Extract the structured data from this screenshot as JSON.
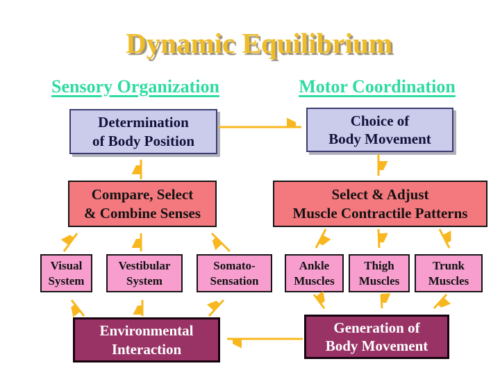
{
  "slide": {
    "title": "Dynamic Equilibrium",
    "headings": [
      {
        "id": "sensory",
        "label": "Sensory Organization"
      },
      {
        "id": "motor",
        "label": "Motor Coordination"
      }
    ],
    "boxes": [
      {
        "id": "determination",
        "lines": [
          "Determination",
          "of Body Position"
        ]
      },
      {
        "id": "choice",
        "lines": [
          "Choice of",
          "Body Movement"
        ]
      },
      {
        "id": "compare",
        "lines": [
          "Compare, Select",
          "& Combine Senses"
        ]
      },
      {
        "id": "select_adjust",
        "lines": [
          "Select & Adjust",
          "Muscle Contractile Patterns"
        ]
      },
      {
        "id": "visual",
        "lines": [
          "Visual",
          "System"
        ]
      },
      {
        "id": "vestibular",
        "lines": [
          "Vestibular",
          "System"
        ]
      },
      {
        "id": "somato",
        "lines": [
          "Somato-",
          "Sensation"
        ]
      },
      {
        "id": "ankle",
        "lines": [
          "Ankle",
          "Muscles"
        ]
      },
      {
        "id": "thigh",
        "lines": [
          "Thigh",
          "Muscles"
        ]
      },
      {
        "id": "trunk",
        "lines": [
          "Trunk",
          "Muscles"
        ]
      },
      {
        "id": "environmental",
        "lines": [
          "Environmental",
          "Interaction"
        ]
      },
      {
        "id": "generation",
        "lines": [
          "Generation of",
          "Body Movement"
        ]
      }
    ],
    "connections": [
      {
        "from": "environmental",
        "to": "visual"
      },
      {
        "from": "environmental",
        "to": "vestibular"
      },
      {
        "from": "environmental",
        "to": "somato"
      },
      {
        "from": "visual",
        "to": "compare"
      },
      {
        "from": "vestibular",
        "to": "compare"
      },
      {
        "from": "somato",
        "to": "compare"
      },
      {
        "from": "compare",
        "to": "determination"
      },
      {
        "from": "determination",
        "to": "choice"
      },
      {
        "from": "choice",
        "to": "select_adjust"
      },
      {
        "from": "select_adjust",
        "to": "ankle"
      },
      {
        "from": "select_adjust",
        "to": "thigh"
      },
      {
        "from": "select_adjust",
        "to": "trunk"
      },
      {
        "from": "ankle",
        "to": "generation"
      },
      {
        "from": "thigh",
        "to": "generation"
      },
      {
        "from": "trunk",
        "to": "generation"
      },
      {
        "from": "generation",
        "to": "environmental"
      }
    ],
    "colors": {
      "background": "#FFFFFF",
      "title_gold": "#EEBD29",
      "title_shadow": "#9D9176",
      "heading_mint": "#2EDBA3",
      "arrow_gold": "#F8B71E",
      "box_lavender": "#CBCCEC",
      "box_salmon": "#F4797E",
      "box_pink": "#F79ECF",
      "box_maroon": "#993366"
    }
  }
}
